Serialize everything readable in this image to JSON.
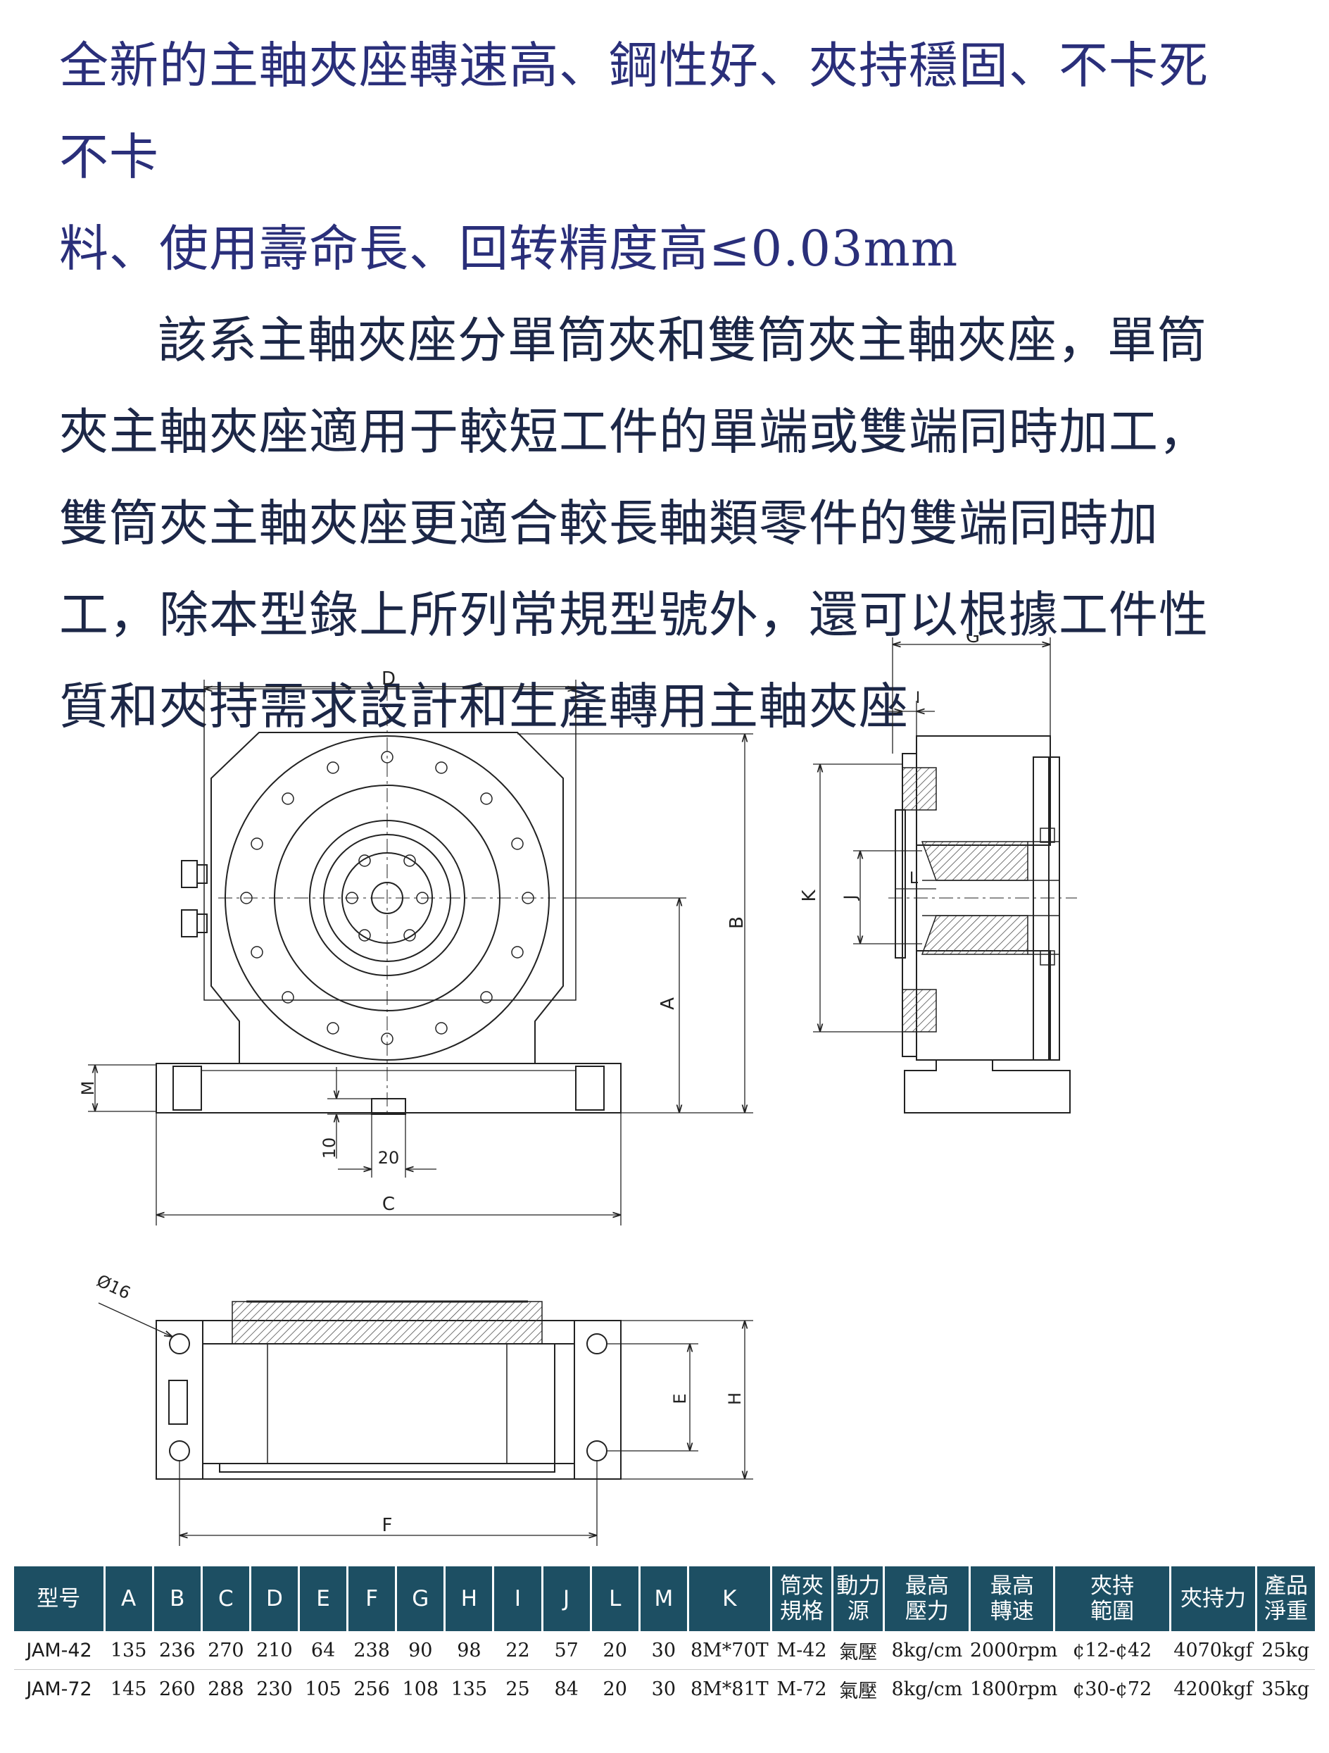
{
  "intro": {
    "line1": "全新的主軸夾座轉速高、鋼性好、夾持穩固、不卡死不卡",
    "line2": "料、使用壽命長、回转精度高≤0.03mm",
    "para2": "該系主軸夾座分單筒夾和雙筒夾主軸夾座，單筒夾主軸夾座適用于較短工件的單端或雙端同時加工，雙筒夾主軸夾座更適合較長軸類零件的雙端同時加工，除本型錄上所列常規型號外，還可以根據工件性質和夾持需求設計和生產轉用主軸夾座"
  },
  "drawing_labels": {
    "D": "D",
    "B": "B",
    "A": "A",
    "C": "C",
    "M": "M",
    "ten": "10",
    "twenty": "20",
    "G": "G",
    "I": "I",
    "K": "K",
    "J": "J",
    "L": "L",
    "dia16": "Ø16",
    "E": "E",
    "H": "H",
    "F": "F"
  },
  "table": {
    "headers": [
      {
        "t1": "型号"
      },
      {
        "t1": "A"
      },
      {
        "t1": "B"
      },
      {
        "t1": "C"
      },
      {
        "t1": "D"
      },
      {
        "t1": "E"
      },
      {
        "t1": "F"
      },
      {
        "t1": "G"
      },
      {
        "t1": "H"
      },
      {
        "t1": "I"
      },
      {
        "t1": "J"
      },
      {
        "t1": "L"
      },
      {
        "t1": "M"
      },
      {
        "t1": "K"
      },
      {
        "t1": "筒夾",
        "t2": "規格"
      },
      {
        "t1": "動力",
        "t2": "源"
      },
      {
        "t1": "最高",
        "t2": "壓力"
      },
      {
        "t1": "最高",
        "t2": "轉速"
      },
      {
        "t1": "夾持",
        "t2": "範圍"
      },
      {
        "t1": "夾持力"
      },
      {
        "t1": "產品",
        "t2": "淨重"
      }
    ],
    "rows": [
      [
        "JAM-42",
        "135",
        "236",
        "270",
        "210",
        "64",
        "238",
        "90",
        "98",
        "22",
        "57",
        "20",
        "30",
        "8M*70T",
        "M-42",
        "氣壓",
        "8kg/cm",
        "2000rpm",
        "¢12-¢42",
        "4070kgf",
        "25kg"
      ],
      [
        "JAM-72",
        "145",
        "260",
        "288",
        "230",
        "105",
        "256",
        "108",
        "135",
        "25",
        "84",
        "20",
        "30",
        "8M*81T",
        "M-72",
        "氣壓",
        "8kg/cm",
        "1800rpm",
        "¢30-¢72",
        "4200kgf",
        "35kg"
      ]
    ]
  }
}
